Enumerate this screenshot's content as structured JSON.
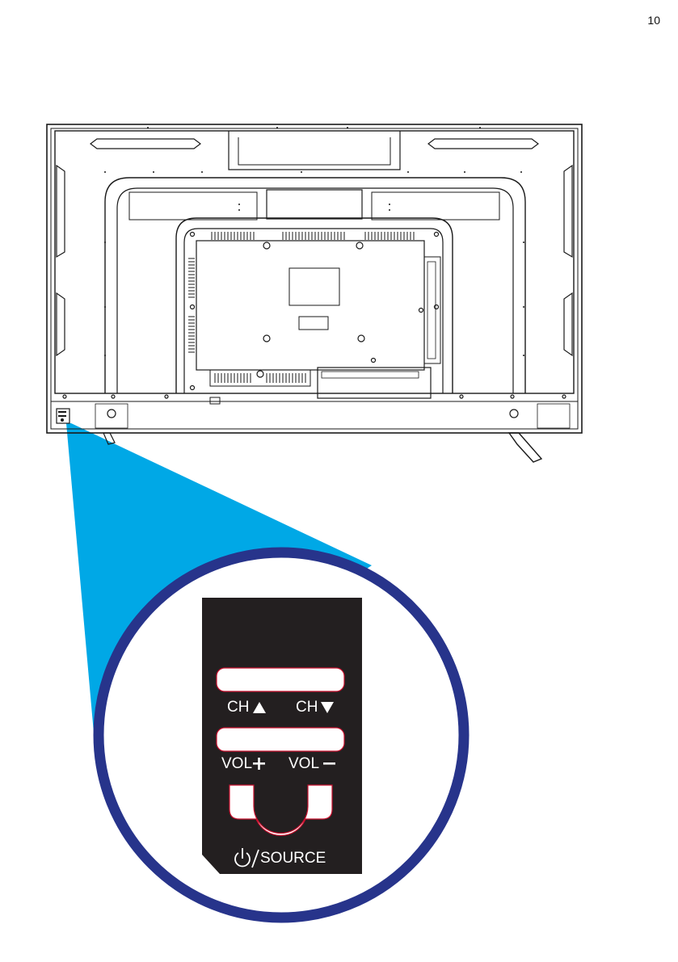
{
  "page": {
    "number": "10"
  },
  "colors": {
    "callout": "#00a8e6",
    "ring": "#27348b",
    "panel": "#231f20",
    "button_outline": "#c8102e",
    "line": "#1a1a1a"
  },
  "control_panel": {
    "ch_up_label": "CH",
    "ch_down_label": "CH",
    "vol_up_label": "VOL",
    "vol_down_label": "VOL",
    "source_label": "SOURCE",
    "icons": [
      "triangle-up-icon",
      "triangle-down-icon",
      "plus-icon",
      "minus-icon",
      "power-icon"
    ]
  }
}
